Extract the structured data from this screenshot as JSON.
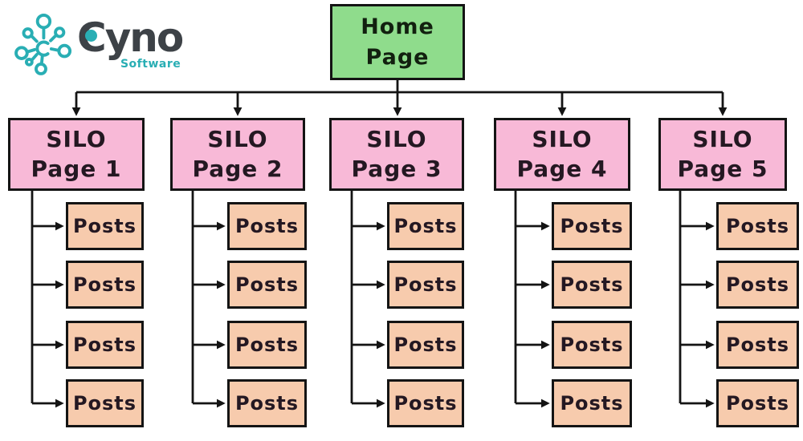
{
  "logo": {
    "brand": "Cyno",
    "tagline": "Software"
  },
  "home_page": {
    "line1": "Home",
    "line2": "Page"
  },
  "silos": [
    {
      "title_line1": "SILO",
      "title_line2": "Page 1",
      "posts": [
        "Posts",
        "Posts",
        "Posts",
        "Posts"
      ]
    },
    {
      "title_line1": "SILO",
      "title_line2": "Page 2",
      "posts": [
        "Posts",
        "Posts",
        "Posts",
        "Posts"
      ]
    },
    {
      "title_line1": "SILO",
      "title_line2": "Page 3",
      "posts": [
        "Posts",
        "Posts",
        "Posts",
        "Posts"
      ]
    },
    {
      "title_line1": "SILO",
      "title_line2": "Page 4",
      "posts": [
        "Posts",
        "Posts",
        "Posts",
        "Posts"
      ]
    },
    {
      "title_line1": "SILO",
      "title_line2": "Page 5",
      "posts": [
        "Posts",
        "Posts",
        "Posts",
        "Posts"
      ]
    }
  ],
  "colors": {
    "home_fill": "#8FDC8C",
    "silo_fill": "#F8B9D7",
    "post_fill": "#F7CBAD",
    "box_border": "#141414",
    "line": "#141414",
    "text_dark": "#241822",
    "home_text": "#12200F",
    "logo_teal": "#29AEB4",
    "logo_dark": "#3D4247"
  }
}
